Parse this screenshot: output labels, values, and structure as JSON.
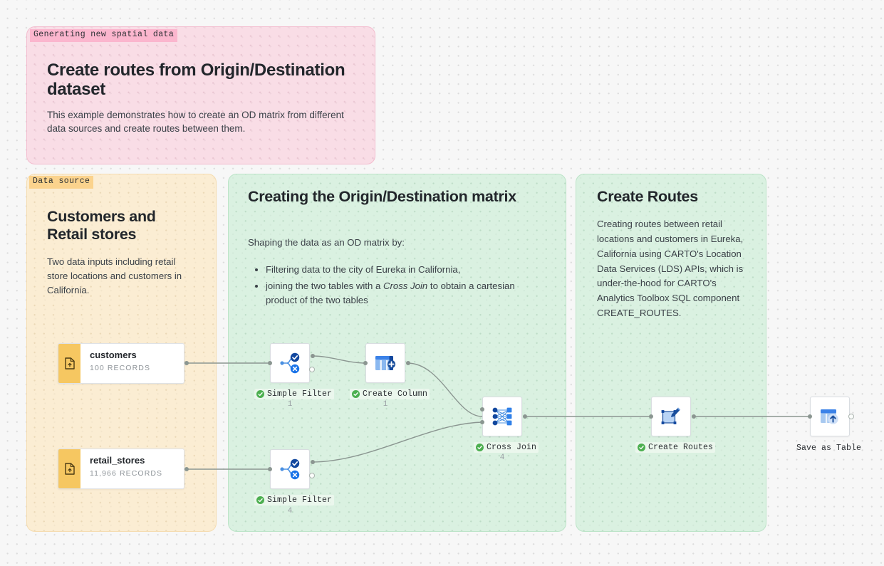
{
  "canvas": {
    "background": "#f7f7f7",
    "dot_color": "#dcdcdc"
  },
  "header_card": {
    "tag": "Generating new spatial data",
    "tag_color": "#fbb6ce",
    "title": "Create routes from Origin/Destination dataset",
    "description": "This example demonstrates how to create an OD matrix from different data sources and create routes between them."
  },
  "panels": {
    "data_source": {
      "tag": "Data source",
      "tag_color": "#fbd38d",
      "title": "Customers and Retail stores",
      "description": "Two data inputs including retail store locations and customers in California."
    },
    "od_matrix": {
      "title": "Creating the Origin/Destination matrix",
      "intro": "Shaping the data as an OD matrix by:",
      "bullets": [
        {
          "text_before": "Filtering data to the city of Eureka in California,",
          "italic": "",
          "text_after": ""
        },
        {
          "text_before": "joining the two tables with a ",
          "italic": "Cross Join",
          "text_after": " to obtain a cartesian product of the two tables"
        }
      ]
    },
    "create_routes": {
      "title": "Create Routes",
      "description": "Creating routes between retail locations and customers in Eureka, California using CARTO's Location Data Services (LDS) APIs, which is under-the-hood for CARTO's Analytics Toolbox SQL component CREATE_ROUTES."
    }
  },
  "source_nodes": [
    {
      "name": "customers",
      "records": "100 RECORDS",
      "icon": "file-upload-icon",
      "accent": "#f6c761"
    },
    {
      "name": "retail_stores",
      "records": "11,966 RECORDS",
      "icon": "file-upload-icon",
      "accent": "#f6c761"
    }
  ],
  "workflow_nodes": [
    {
      "id": "simple-filter-1",
      "label": "Simple Filter",
      "count": "1",
      "status": "success",
      "icon": "simple-filter-icon"
    },
    {
      "id": "create-column",
      "label": "Create Column",
      "count": "1",
      "status": "success",
      "icon": "create-column-icon"
    },
    {
      "id": "simple-filter-2",
      "label": "Simple Filter",
      "count": "4",
      "status": "success",
      "icon": "simple-filter-icon"
    },
    {
      "id": "cross-join",
      "label": "Cross Join",
      "count": "4",
      "status": "success",
      "icon": "cross-join-icon"
    },
    {
      "id": "create-routes",
      "label": "Create Routes",
      "count": "",
      "status": "success",
      "icon": "create-routes-icon"
    },
    {
      "id": "save-as-table",
      "label": "Save as Table",
      "count": "",
      "status": "none",
      "icon": "save-as-table-icon"
    }
  ],
  "colors": {
    "status_success": "#4caf50",
    "node_accent_blue": "#1a73e8",
    "node_accent_dark_blue": "#1a4f9c",
    "edge": "#8b9691",
    "panel_green": "#cdeed8",
    "panel_amber": "#fce9c5",
    "panel_pink": "#facddc"
  }
}
